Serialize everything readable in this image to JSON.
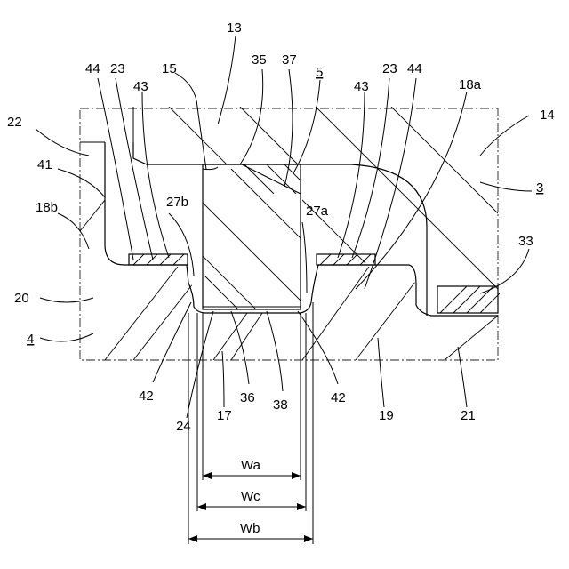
{
  "labels": {
    "l13": "13",
    "l15": "15",
    "l35": "35",
    "l37": "37",
    "l5": "5",
    "l44L": "44",
    "l23L": "23",
    "l43L": "43",
    "l43R": "43",
    "l23R": "23",
    "l44R": "44",
    "l18a": "18a",
    "l22": "22",
    "l14": "14",
    "l41": "41",
    "l18b": "18b",
    "l27b": "27b",
    "l27a": "27a",
    "l3": "3",
    "l33": "33",
    "l20": "20",
    "l4": "4",
    "l42L": "42",
    "l36": "36",
    "l38": "38",
    "l42R": "42",
    "l24": "24",
    "l17": "17",
    "l19": "19",
    "l21": "21",
    "lWa": "Wa",
    "lWc": "Wc",
    "lWb": "Wb"
  }
}
